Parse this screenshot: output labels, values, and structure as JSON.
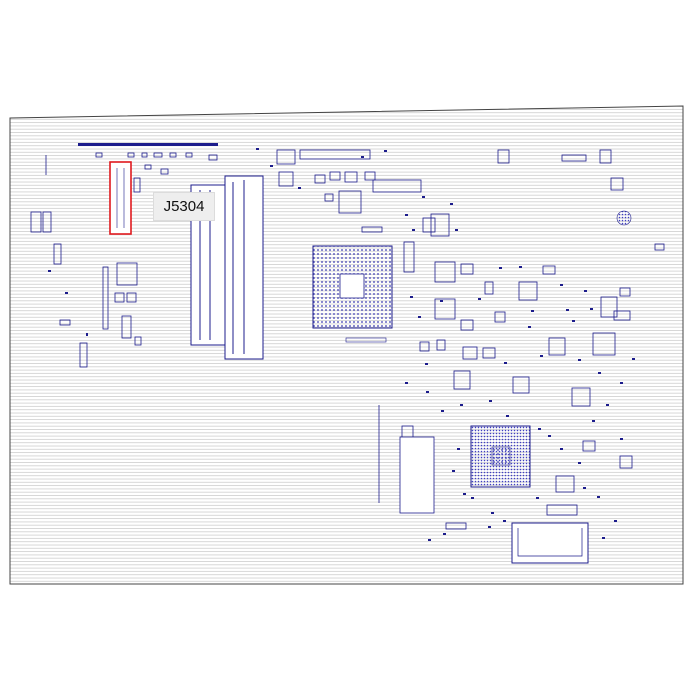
{
  "highlight": {
    "designator": "J5304",
    "color": "#e0191e"
  },
  "colors": {
    "trace": "#1c1c8c",
    "outline": "#444444",
    "board_fill": "#ffffff",
    "hatch": "#bdbdbd"
  },
  "icons": [
    "highlight-rectangle",
    "pcb-board-outline",
    "bga-package",
    "connector-footprint"
  ]
}
